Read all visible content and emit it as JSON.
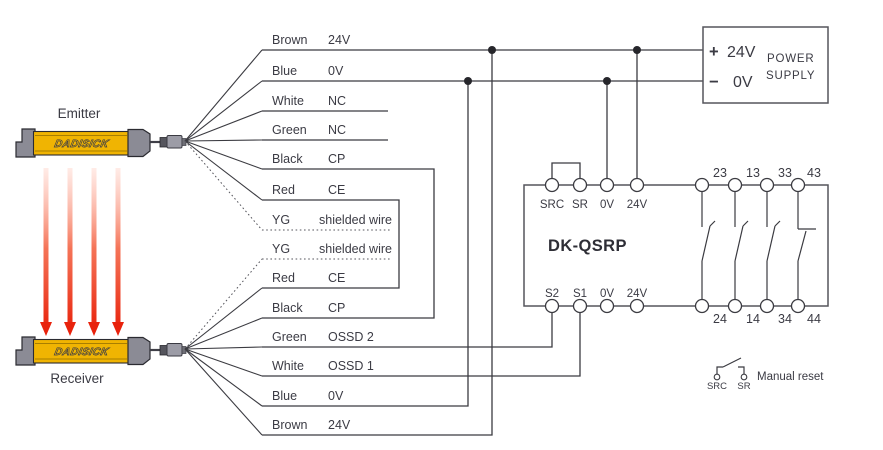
{
  "emitter": {
    "label": "Emitter",
    "brand": "DADISICK"
  },
  "receiver": {
    "label": "Receiver",
    "brand": "DADISICK"
  },
  "wires": [
    {
      "color": "Brown",
      "signal": "24V"
    },
    {
      "color": "Blue",
      "signal": "0V"
    },
    {
      "color": "White",
      "signal": "NC"
    },
    {
      "color": "Green",
      "signal": "NC"
    },
    {
      "color": "Black",
      "signal": "CP"
    },
    {
      "color": "Red",
      "signal": "CE"
    },
    {
      "color": "YG",
      "signal": "shielded wire"
    },
    {
      "color": "YG",
      "signal": "shielded wire"
    },
    {
      "color": "Red",
      "signal": "CE"
    },
    {
      "color": "Black",
      "signal": "CP"
    },
    {
      "color": "Green",
      "signal": "OSSD 2"
    },
    {
      "color": "White",
      "signal": "OSSD 1"
    },
    {
      "color": "Blue",
      "signal": "0V"
    },
    {
      "color": "Brown",
      "signal": "24V"
    }
  ],
  "power_supply": {
    "positive_sign": "+",
    "positive_label": "24V",
    "negative_sign": "−",
    "negative_label": "0V",
    "name_line1": "POWER",
    "name_line2": "SUPPLY"
  },
  "relay": {
    "model": "DK-QSRP",
    "top_terminals": [
      "SRC",
      "SR",
      "0V",
      "24V"
    ],
    "bottom_terminals": [
      "S2",
      "S1",
      "0V",
      "24V"
    ],
    "contact_terminals_top": [
      "23",
      "13",
      "33",
      "43"
    ],
    "contact_terminals_bottom": [
      "24",
      "14",
      "34",
      "44"
    ]
  },
  "manual_reset": {
    "left_terminal": "SRC",
    "right_terminal": "SR",
    "label": "Manual reset"
  },
  "colors": {
    "line": "#3b3b41",
    "text": "#3b3b44",
    "device_yellow": "#f0b402",
    "device_cap": "#8b8b95",
    "beam_red": "#e8220c"
  }
}
